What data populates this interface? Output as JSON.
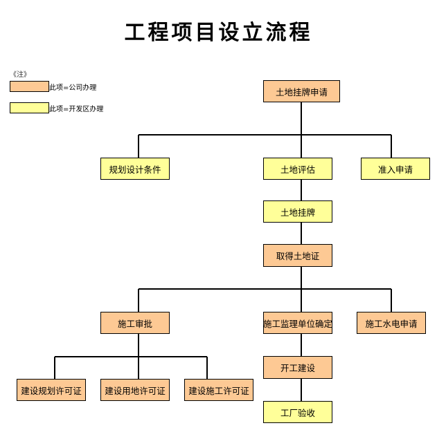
{
  "title": "工程项目设立流程",
  "legend": {
    "note": "《注》",
    "items": [
      {
        "label": "此项=公司办理",
        "color": "#fdc994"
      },
      {
        "label": "此项=开发区办理",
        "color": "#ffff99"
      }
    ]
  },
  "nodes": {
    "land_listing_apply": "土地挂牌申请",
    "planning_conditions": "规划设计条件",
    "land_assessment": "土地评估",
    "access_apply": "准入申请",
    "land_listing": "土地挂牌",
    "land_certificate": "取得土地证",
    "construction_approval": "施工审批",
    "supervisor_confirm": "施工监理单位确定",
    "water_power_apply": "施工水电申请",
    "planning_permit": "建设规划许可证",
    "land_use_permit": "建设用地许可证",
    "construction_permit": "建设施工许可证",
    "start_construction": "开工建设",
    "factory_acceptance": "工厂验收"
  }
}
